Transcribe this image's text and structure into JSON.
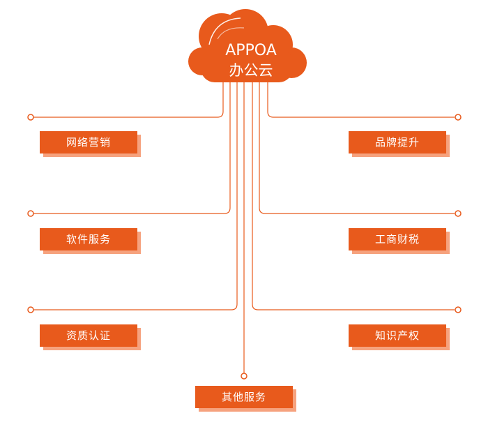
{
  "center": {
    "title": "APPOA",
    "subtitle": "办公云"
  },
  "services": [
    {
      "label": "网络营销"
    },
    {
      "label": "软件服务"
    },
    {
      "label": "资质认证"
    },
    {
      "label": "品牌提升"
    },
    {
      "label": "工商财税"
    },
    {
      "label": "知识产权"
    },
    {
      "label": "其他服务"
    }
  ],
  "colors": {
    "primary": "#e85a1c",
    "shadow": "#f6a27e",
    "line": "#e85a1c"
  }
}
